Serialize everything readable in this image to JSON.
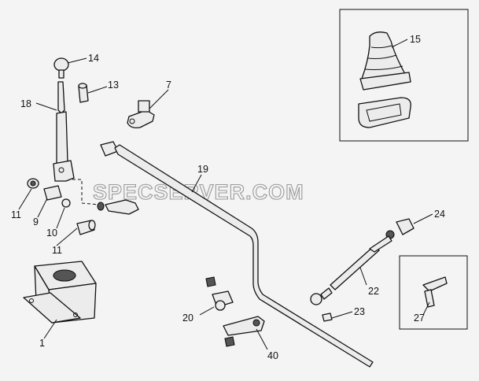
{
  "watermark": "SPECSERVER.COM",
  "callouts": {
    "p1": "1",
    "p7": "7",
    "p9": "9",
    "p10": "10",
    "p11a": "11",
    "p11b": "11",
    "p13": "13",
    "p14": "14",
    "p15": "15",
    "p18": "18",
    "p19": "19",
    "p20": "20",
    "p22": "22",
    "p23": "23",
    "p24": "24",
    "p27": "27",
    "p40": "40"
  }
}
